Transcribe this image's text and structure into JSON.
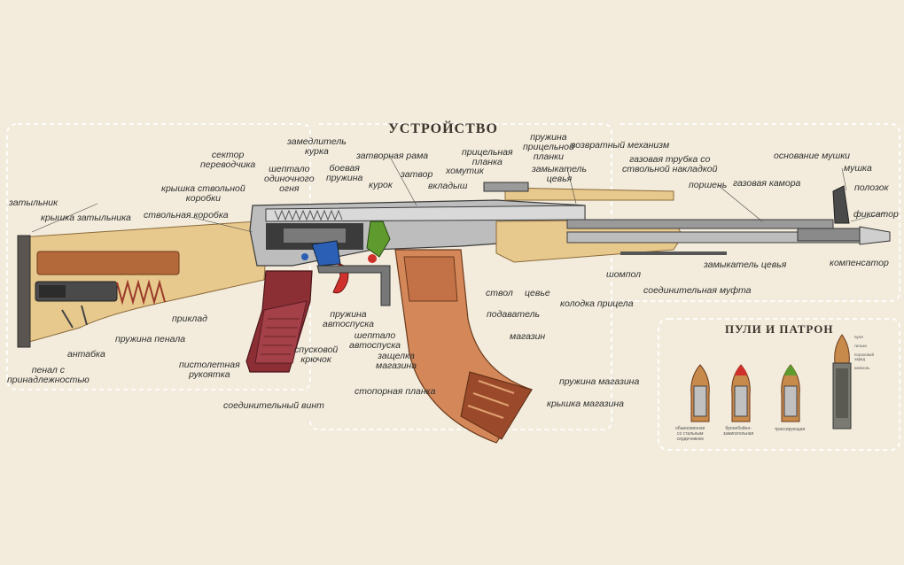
{
  "titles": {
    "device": "УСТРОЙСТВО",
    "bullets": "ПУЛИ И ПАТРОН"
  },
  "labels": {
    "zatylnik": "затыльник",
    "kryshka_zatylnika": "крышка затыльника",
    "sektor": "сектор\nпереводчика",
    "kryshka_korobki": "крышка ствольной\nкоробки",
    "stvolnaya_korobka": "ствольная коробка",
    "zamedlitel": "замедлитель\nкурка",
    "sheptalo_odinochnogo": "шептало\nодиночного\nогня",
    "boevaya_pruzhina": "боевая\nпружина",
    "zatvornaya_rama": "затворная рама",
    "kurok": "курок",
    "zatvor": "затвор",
    "homutik": "хомутик",
    "vkladysh": "вкладыш",
    "pricelnaya_planka": "прицельная\nпланка",
    "pruzhina_pricelnoy": "пружина\nприцельной\nпланки",
    "zamykatel_tseva_top": "замыкатель\nцевья",
    "vozvratny": "возвратный механизм",
    "gazovaya_trubka": "газовая трубка со\nствольной накладкой",
    "porshen": "поршень",
    "gazovaya_kamora": "газовая камора",
    "osnovanie_mushki": "основание мушки",
    "mushka": "мушка",
    "polozok": "полозок",
    "fiksator": "фиксатор",
    "kompensator": "компенсатор",
    "zamykatel_tseva": "замыкатель цевья",
    "shompol": "шомпол",
    "soedinitelnaya_mufta": "соединительная муфта",
    "stvol": "ствол",
    "tseve": "цевье",
    "kolodka_pricela": "колодка прицела",
    "podavatel": "подаватель",
    "magazin": "магазин",
    "pruzhina_magazina": "пружина магазина",
    "kryshka_magazina": "крышка магазина",
    "stopornaya_planka": "стопорная планка",
    "zashchelka": "защелка\nмагазина",
    "sheptalo_avtospuska": "шептало\nавтоспуска",
    "pruzhina_avtospuska": "пружина\nавтоспуска",
    "spuskovoy": "спусковой\nкрючок",
    "pistoletnaya": "пистолетная\nрукоятка",
    "soedinitelny_vint": "соединительный винт",
    "priklad": "приклад",
    "pruzhina_penala": "пружина пенала",
    "antabka": "антабка",
    "penal": "пенал с\nпринадлежностью"
  },
  "bullets": {
    "names": [
      "обыкновенная\nсо стальным\nсердечником",
      "бронебойно-\nзажигательная",
      "трассирующая"
    ],
    "cartridge_tiny": "пуля\n\nгильза\n\nпороховой\nзаряд\n\nкапсюль"
  },
  "colors": {
    "background": "#f3ecdc",
    "wood": "#e8c98d",
    "grip_red": "#8b2f35",
    "magazine": "#d4885a",
    "metal_dark": "#3b3b3b",
    "metal_light": "#bdbdbd",
    "green_part": "#5e9a2d",
    "red_part": "#d0302c",
    "blue_part": "#2b5fb5"
  }
}
